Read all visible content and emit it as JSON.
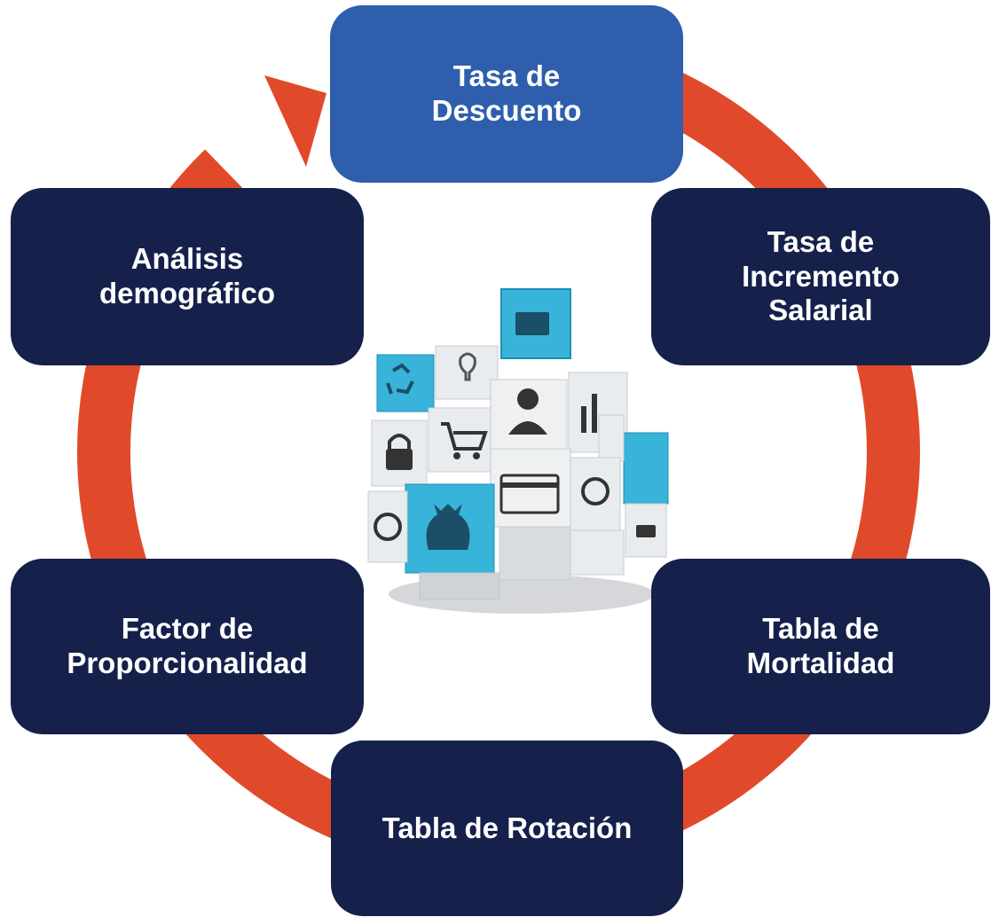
{
  "colors": {
    "cycle_arrow": "#e04a2a",
    "node_dark": "#15204b",
    "node_highlight": "#2e5eac",
    "node_text": "#ffffff",
    "cube_accent": "#38b3d9",
    "cube_white": "#e9ecef"
  },
  "nodes": [
    {
      "id": "tasa-descuento",
      "label": "Tasa de\nDescuento",
      "style": "highlight"
    },
    {
      "id": "tasa-incremento",
      "label": "Tasa de\nIncremento\nSalarial",
      "style": "dark"
    },
    {
      "id": "tabla-mortalidad",
      "label": "Tabla de\nMortalidad",
      "style": "dark"
    },
    {
      "id": "tabla-rotacion",
      "label": "Tabla de Rotación",
      "style": "dark"
    },
    {
      "id": "factor-proporcionalidad",
      "label": "Factor de\nProporcionalidad",
      "style": "dark"
    },
    {
      "id": "analisis-demografico",
      "label": "Análisis\ndemográfico",
      "style": "dark"
    }
  ],
  "center_image": {
    "description_icon": "cube-of-business-icons",
    "icons": [
      "recycle-icon",
      "lightbulb-icon",
      "folder-icon",
      "shopping-cart-icon",
      "user-icon",
      "bar-chart-icon",
      "lock-icon",
      "money-bag-icon",
      "credit-card-icon",
      "pie-chart-icon",
      "refresh-dollar-icon"
    ]
  }
}
